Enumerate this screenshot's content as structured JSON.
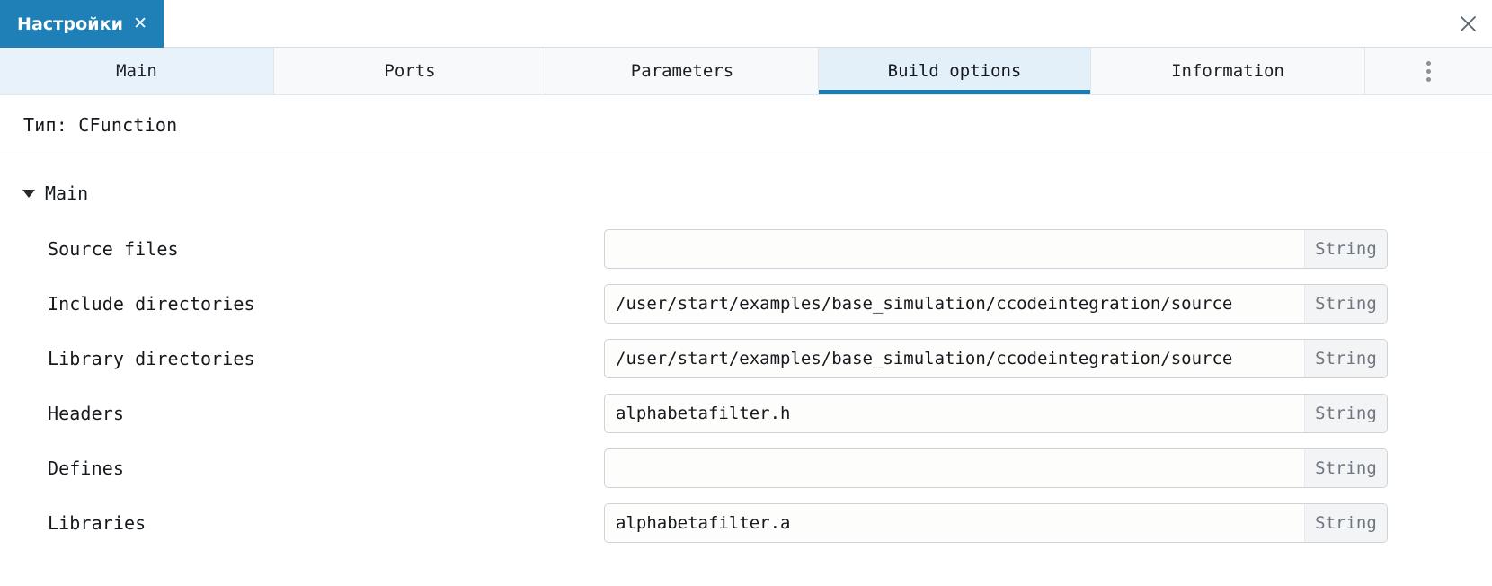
{
  "window": {
    "doc_tab_label": "Настройки",
    "doc_tab_close_icon": "close-icon",
    "window_close_icon": "close-icon"
  },
  "tabs": [
    {
      "label": "Main",
      "state": "hovered"
    },
    {
      "label": "Ports",
      "state": "normal"
    },
    {
      "label": "Parameters",
      "state": "normal"
    },
    {
      "label": "Build options",
      "state": "active"
    },
    {
      "label": "Information",
      "state": "normal"
    }
  ],
  "tab_overflow_icon": "kebab-menu-icon",
  "type_row": {
    "text": "Тип: CFunction"
  },
  "section": {
    "title": "Main",
    "expanded": true,
    "collapse_icon": "triangle-down-icon"
  },
  "fields": [
    {
      "label": "Source files",
      "value": "",
      "type": "String"
    },
    {
      "label": "Include directories",
      "value": "/user/start/examples/base_simulation/ccodeintegration/source",
      "type": "String"
    },
    {
      "label": "Library directories",
      "value": "/user/start/examples/base_simulation/ccodeintegration/source",
      "type": "String"
    },
    {
      "label": "Headers",
      "value": "alphabetafilter.h",
      "type": "String"
    },
    {
      "label": "Defines",
      "value": "",
      "type": "String"
    },
    {
      "label": "Libraries",
      "value": "alphabetafilter.a",
      "type": "String"
    }
  ],
  "colors": {
    "accent_blue": "#1f80b8",
    "active_tab_underline": "#1a7db6",
    "active_tab_bg": "#e3f0fa",
    "hover_tab_bg": "#e7f2fb",
    "tabstrip_bg": "#f8f9fa"
  }
}
